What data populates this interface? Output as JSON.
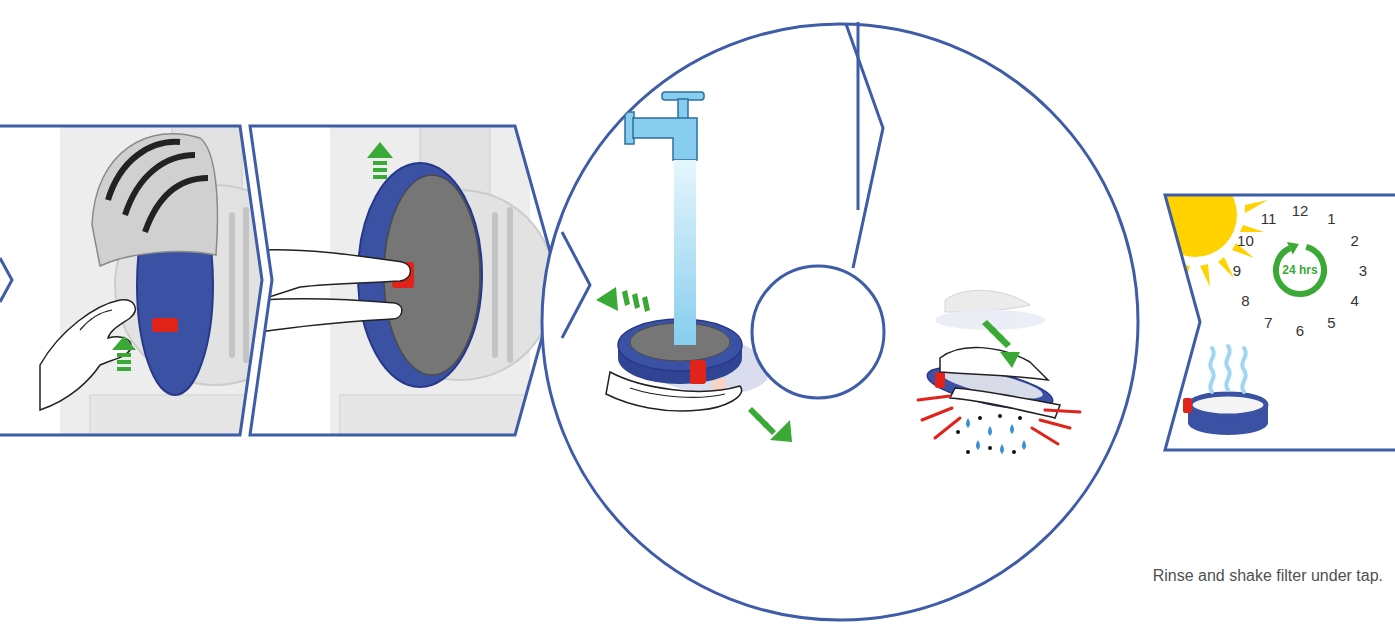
{
  "diagram": {
    "nodes": [
      {
        "text": [
          "24 hrs"
        ]
      }
    ],
    "labels": [
      "12",
      "1",
      "2",
      "3",
      "4",
      "5",
      "6",
      "7",
      "8",
      "9",
      "10",
      "11",
      "Rinse and shake filter under tap."
    ]
  }
}
